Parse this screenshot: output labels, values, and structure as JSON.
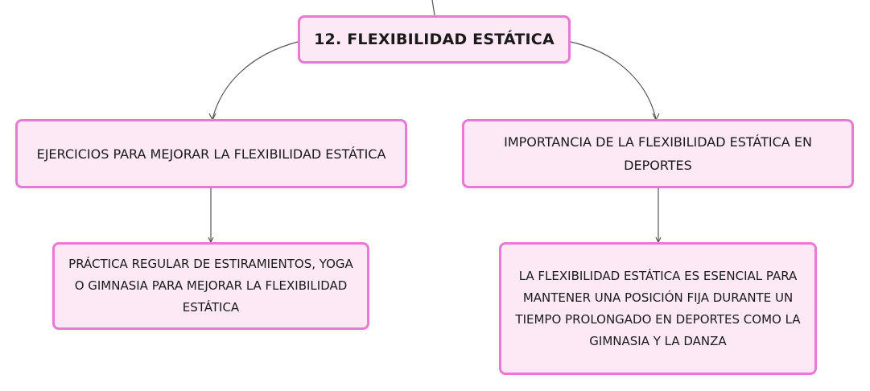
{
  "diagram": {
    "root": "12. FLEXIBILIDAD ESTÁTICA",
    "left": {
      "title": "EJERCICIOS PARA MEJORAR LA FLEXIBILIDAD ESTÁTICA",
      "detail": "PRÁCTICA REGULAR DE ESTIRAMIENTOS, YOGA O GIMNASIA PARA MEJORAR LA FLEXIBILIDAD ESTÁTICA"
    },
    "right": {
      "title": "IMPORTANCIA DE LA FLEXIBILIDAD ESTÁTICA EN DEPORTES",
      "detail": "LA FLEXIBILIDAD ESTÁTICA ES ESENCIAL PARA MANTENER UNA POSICIÓN FIJA DURANTE UN TIEMPO PROLONGADO EN DEPORTES COMO LA GIMNASIA Y LA DANZA"
    },
    "colors": {
      "node_fill": "#fde8f5",
      "node_border": "#e87ad6",
      "connector": "#555555"
    }
  }
}
